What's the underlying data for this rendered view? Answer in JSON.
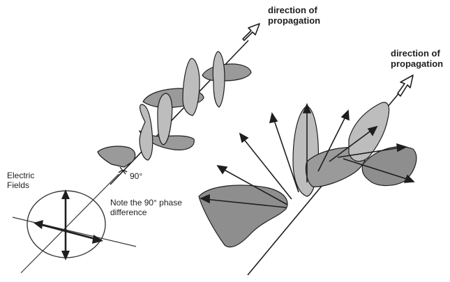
{
  "labels": {
    "direction_top": "direction of propagation",
    "direction_right": "direction of propagation",
    "angle": "90°",
    "electric_fields": "Electric Fields",
    "note": "Note the 90° phase difference"
  },
  "colors": {
    "ink": "#1e1e1e",
    "wave_fill": "#9a9a9a",
    "wave_fill_light": "#bdbdbd",
    "background": "#ffffff"
  }
}
